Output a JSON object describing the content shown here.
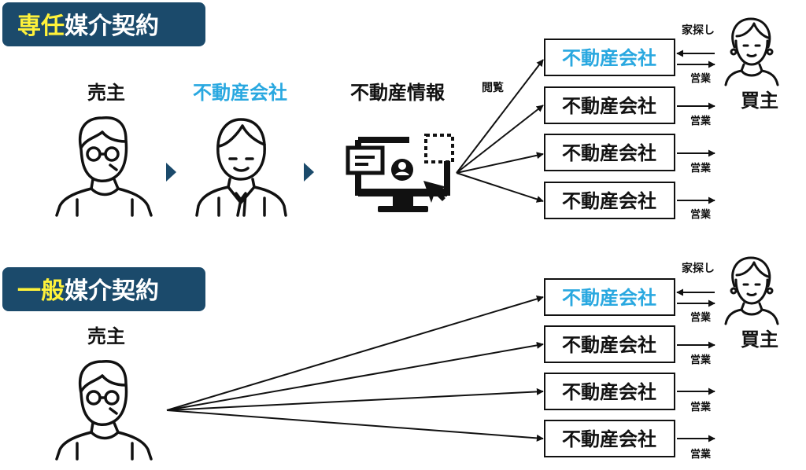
{
  "colors": {
    "badge_fill": "#1b4a6b",
    "badge_text": "#ffffff",
    "badge_accent": "#fff23a",
    "highlight": "#29a8e0",
    "ink": "#111111",
    "triangle": "#1b4a6b"
  },
  "exclusive": {
    "badge_accent_text": "専任",
    "badge_rest_text": "媒介契約",
    "seller_label": "売主",
    "agent_label": "不動産会社",
    "info_label": "不動産情報",
    "browse_label": "閲覧",
    "companies": [
      "不動産会社",
      "不動産会社",
      "不動産会社",
      "不動産会社"
    ],
    "sales_label": "営業",
    "house_hunt_label": "家探し",
    "buyer_label": "買主",
    "icons": [
      "seller-icon",
      "agent-icon",
      "computer-monitor-icon",
      "buyer-icon"
    ]
  },
  "general": {
    "badge_accent_text": "一般",
    "badge_rest_text": "媒介契約",
    "seller_label": "売主",
    "companies": [
      "不動産会社",
      "不動産会社",
      "不動産会社",
      "不動産会社"
    ],
    "sales_label": "営業",
    "house_hunt_label": "家探し",
    "buyer_label": "買主",
    "icons": [
      "seller-icon",
      "buyer-icon"
    ]
  }
}
